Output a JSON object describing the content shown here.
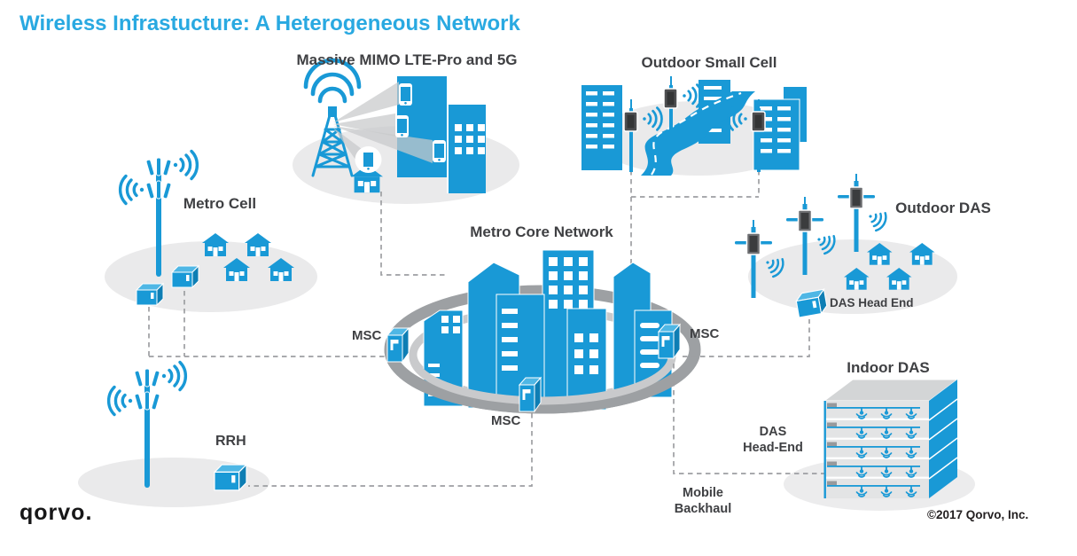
{
  "title": "Wireless Infrastucture: A Heterogeneous Network",
  "sections": {
    "massive_mimo": {
      "label": "Massive MIMO LTE-Pro and 5G"
    },
    "outdoor_small_cell": {
      "label": "Outdoor Small Cell"
    },
    "metro_cell": {
      "label": "Metro Cell"
    },
    "metro_core": {
      "label": "Metro Core Network",
      "msc_left": "MSC",
      "msc_bottom": "MSC",
      "msc_right": "MSC"
    },
    "outdoor_das": {
      "label": "Outdoor DAS",
      "head_end": "DAS Head End"
    },
    "indoor_das": {
      "label": "Indoor DAS",
      "head_end_line1": "DAS",
      "head_end_line2": "Head-End"
    },
    "rrh": {
      "label": "RRH"
    },
    "mobile_backhaul": {
      "line1": "Mobile",
      "line2": "Backhaul"
    }
  },
  "footer": {
    "logo_text": "qorvo.",
    "copyright": "©2017 Qorvo, Inc."
  },
  "colors": {
    "blue": "#1999D6",
    "blue_dark": "#0E7EB4",
    "blue_light": "#4FB7E5",
    "title_blue": "#29A9E1",
    "label_dark": "#3F4043",
    "ellipse_gray": "#EAEAEB",
    "ring_outer": "#9DA0A3",
    "ring_inner": "#C9CACC",
    "dash_gray": "#9D9FA2",
    "beam_gray": "#C8C9CB",
    "box_dark": "#4E4F51",
    "floor_gray": "#E3E4E5",
    "roof_gray": "#D3D5D6",
    "black": "#231F20"
  }
}
